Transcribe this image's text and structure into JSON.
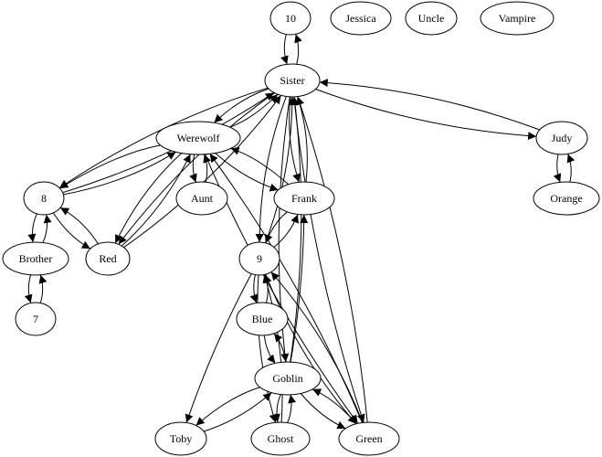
{
  "graph": {
    "nodes": [
      {
        "id": "10",
        "label": "10"
      },
      {
        "id": "Jessica",
        "label": "Jessica"
      },
      {
        "id": "Uncle",
        "label": "Uncle"
      },
      {
        "id": "Vampire",
        "label": "Vampire"
      },
      {
        "id": "Sister",
        "label": "Sister"
      },
      {
        "id": "Werewolf",
        "label": "Werewolf"
      },
      {
        "id": "Judy",
        "label": "Judy"
      },
      {
        "id": "8",
        "label": "8"
      },
      {
        "id": "Aunt",
        "label": "Aunt"
      },
      {
        "id": "Frank",
        "label": "Frank"
      },
      {
        "id": "Orange",
        "label": "Orange"
      },
      {
        "id": "Brother",
        "label": "Brother"
      },
      {
        "id": "Red",
        "label": "Red"
      },
      {
        "id": "9",
        "label": "9"
      },
      {
        "id": "7",
        "label": "7"
      },
      {
        "id": "Blue",
        "label": "Blue"
      },
      {
        "id": "Goblin",
        "label": "Goblin"
      },
      {
        "id": "Toby",
        "label": "Toby"
      },
      {
        "id": "Ghost",
        "label": "Ghost"
      },
      {
        "id": "Green",
        "label": "Green"
      }
    ],
    "edges": [
      {
        "from": "10",
        "to": "Sister"
      },
      {
        "from": "Sister",
        "to": "10"
      },
      {
        "from": "Sister",
        "to": "Werewolf"
      },
      {
        "from": "Werewolf",
        "to": "Sister"
      },
      {
        "from": "Sister",
        "to": "8"
      },
      {
        "from": "8",
        "to": "Sister"
      },
      {
        "from": "Sister",
        "to": "Red"
      },
      {
        "from": "Red",
        "to": "Sister"
      },
      {
        "from": "Sister",
        "to": "Judy"
      },
      {
        "from": "Judy",
        "to": "Sister"
      },
      {
        "from": "Sister",
        "to": "Frank"
      },
      {
        "from": "Frank",
        "to": "Sister"
      },
      {
        "from": "Sister",
        "to": "9"
      },
      {
        "from": "9",
        "to": "Sister"
      },
      {
        "from": "Sister",
        "to": "Goblin"
      },
      {
        "from": "Goblin",
        "to": "Sister"
      },
      {
        "from": "Sister",
        "to": "Green"
      },
      {
        "from": "Green",
        "to": "Sister"
      },
      {
        "from": "Werewolf",
        "to": "8"
      },
      {
        "from": "8",
        "to": "Werewolf"
      },
      {
        "from": "Werewolf",
        "to": "Red"
      },
      {
        "from": "Red",
        "to": "Werewolf"
      },
      {
        "from": "Werewolf",
        "to": "Aunt"
      },
      {
        "from": "Aunt",
        "to": "Werewolf"
      },
      {
        "from": "Werewolf",
        "to": "Frank"
      },
      {
        "from": "Frank",
        "to": "Werewolf"
      },
      {
        "from": "Werewolf",
        "to": "Green"
      },
      {
        "from": "Green",
        "to": "Werewolf"
      },
      {
        "from": "Judy",
        "to": "Orange"
      },
      {
        "from": "Orange",
        "to": "Judy"
      },
      {
        "from": "8",
        "to": "Brother"
      },
      {
        "from": "Brother",
        "to": "8"
      },
      {
        "from": "8",
        "to": "Red"
      },
      {
        "from": "Red",
        "to": "8"
      },
      {
        "from": "Brother",
        "to": "7"
      },
      {
        "from": "7",
        "to": "Brother"
      },
      {
        "from": "Frank",
        "to": "9"
      },
      {
        "from": "9",
        "to": "Frank"
      },
      {
        "from": "Goblin",
        "to": "Frank"
      },
      {
        "from": "9",
        "to": "Blue"
      },
      {
        "from": "Blue",
        "to": "9"
      },
      {
        "from": "9",
        "to": "Toby"
      },
      {
        "from": "9",
        "to": "Ghost"
      },
      {
        "from": "Ghost",
        "to": "9"
      },
      {
        "from": "9",
        "to": "Green"
      },
      {
        "from": "Green",
        "to": "9"
      },
      {
        "from": "Blue",
        "to": "Goblin"
      },
      {
        "from": "Goblin",
        "to": "Blue"
      },
      {
        "from": "Goblin",
        "to": "Toby"
      },
      {
        "from": "Toby",
        "to": "Goblin"
      },
      {
        "from": "Goblin",
        "to": "Ghost"
      },
      {
        "from": "Ghost",
        "to": "Goblin"
      },
      {
        "from": "Goblin",
        "to": "Green"
      },
      {
        "from": "Green",
        "to": "Goblin"
      }
    ]
  }
}
